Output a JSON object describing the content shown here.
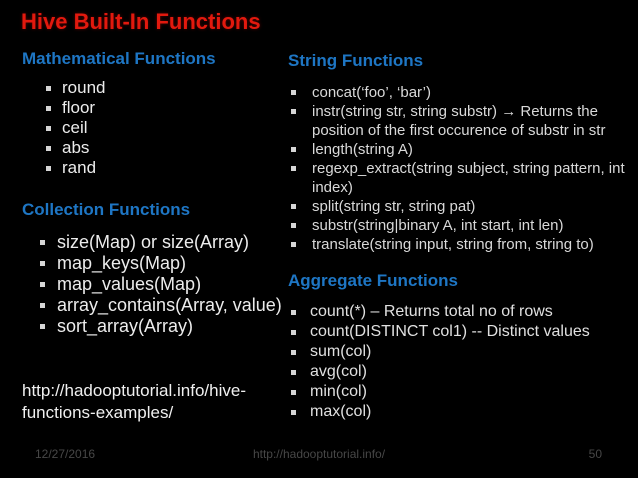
{
  "slide": {
    "title": "Hive Built-In Functions",
    "left": {
      "sections": [
        {
          "heading": "Mathematical Functions",
          "items": [
            "round",
            "floor",
            "ceil",
            "abs",
            "rand"
          ]
        },
        {
          "heading": "Collection Functions",
          "items": [
            "size(Map)  or size(Array)",
            "map_keys(Map)",
            "map_values(Map)",
            "array_contains(Array, value)",
            "sort_array(Array)"
          ]
        }
      ],
      "link": "http://hadooptutorial.info/hive-functions-examples/"
    },
    "right": {
      "sections": [
        {
          "heading": "String Functions",
          "items": [
            "concat(‘foo’, ‘bar’)",
            "instr(string str, string substr)  → Returns the position of the first occurence of substr in str",
            "length(string A)",
            "regexp_extract(string subject, string pattern, int index)",
            "split(string str, string pat)",
            "substr(string|binary A, int start, int len)",
            "translate(string input, string from, string to)"
          ]
        },
        {
          "heading": "Aggregate Functions",
          "items": [
            "count(*) – Returns total no of rows",
            "count(DISTINCT col1)  -- Distinct values",
            "sum(col)",
            "avg(col)",
            "min(col)",
            "max(col)"
          ]
        }
      ]
    },
    "footer": {
      "date": "12/27/2016",
      "url": "http://hadooptutorial.info/",
      "page_number": "50"
    },
    "colors": {
      "background": "#000000",
      "title_red": "#e2190e",
      "heading_blue": "#1e76c4",
      "body_text": "#e0e0e0",
      "footer_text": "#474747"
    }
  }
}
